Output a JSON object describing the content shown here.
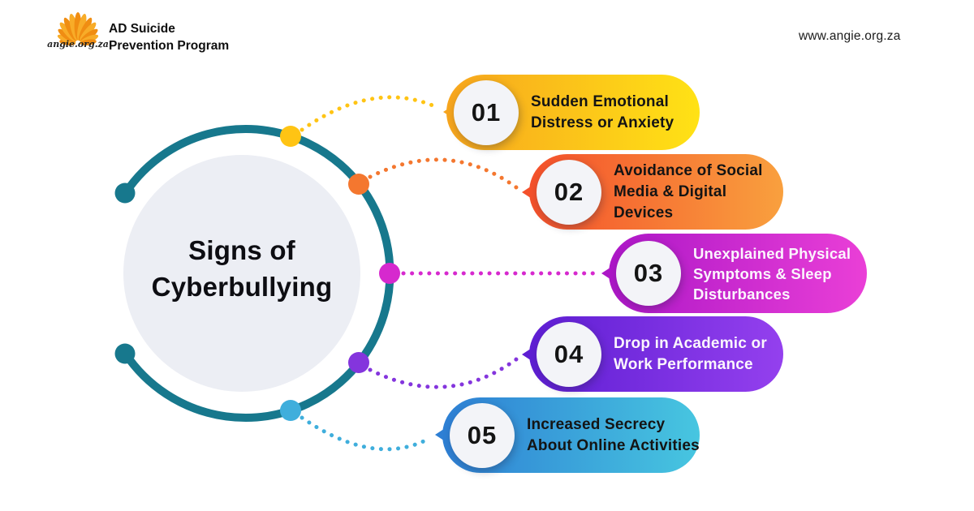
{
  "header": {
    "logo": {
      "script_text": "angie.org.za",
      "org_line1": "AD Suicide",
      "org_line2": "Prevention Program",
      "petal_color": "#F8AC28",
      "petal_color_dark": "#F08D12"
    },
    "website": "www.angie.org.za"
  },
  "hub": {
    "title_line1": "Signs of",
    "title_line2": "Cyberbullying",
    "ring_color": "#17788D",
    "inner_color": "#ECEEF4",
    "title_color": "#0D0D12"
  },
  "items": [
    {
      "number": "01",
      "lines": [
        "Sudden Emotional",
        "Distress or Anxiety"
      ],
      "color_start": "#F7A51E",
      "color_end": "#FFE215",
      "text_color": "#141414",
      "dot_color": "#FFC414"
    },
    {
      "number": "02",
      "lines": [
        "Avoidance of Social",
        "Media & Digital Devices"
      ],
      "color_start": "#F4502B",
      "color_end": "#F9A03E",
      "text_color": "#141414",
      "dot_color": "#F4772F"
    },
    {
      "number": "03",
      "lines": [
        "Unexplained Physical",
        "Symptoms & Sleep",
        "Disturbances"
      ],
      "color_start": "#AC17C7",
      "color_end": "#EA3FD7",
      "text_color": "#FBF5FD",
      "dot_color": "#D629CE"
    },
    {
      "number": "04",
      "lines": [
        "Drop in Academic or",
        "Work Performance"
      ],
      "color_start": "#5E1ED3",
      "color_end": "#9440EE",
      "text_color": "#FBF5FD",
      "dot_color": "#8435DD"
    },
    {
      "number": "05",
      "lines": [
        "Increased Secrecy",
        "About Online Activities"
      ],
      "color_start": "#2E7FD4",
      "color_end": "#47C6E0",
      "text_color": "#141414",
      "dot_color": "#3FAEDC"
    }
  ]
}
